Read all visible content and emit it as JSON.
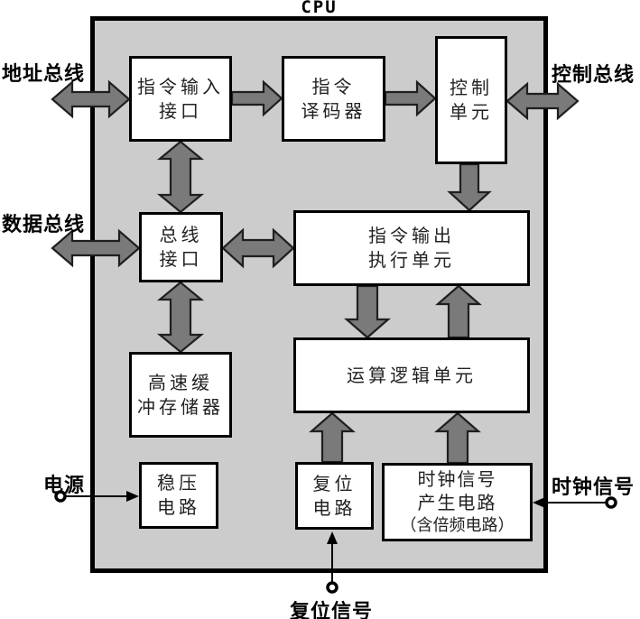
{
  "title": "CPU",
  "colors": {
    "cpu_background": "#cccccc",
    "arrow_fill": "#7a7a7a",
    "arrow_stroke": "#1f1f1f",
    "block_background": "#ffffff",
    "line_color": "#000000"
  },
  "blocks": {
    "instruction_input": {
      "lines": [
        "指令输入",
        "接口"
      ]
    },
    "instruction_decoder": {
      "lines": [
        "指令",
        "译码器"
      ]
    },
    "control_unit": {
      "lines": [
        "控制",
        "单元"
      ]
    },
    "bus_interface": {
      "lines": [
        "总线",
        "接口"
      ]
    },
    "instruction_output_exec": {
      "lines": [
        "指令输出",
        "执行单元"
      ]
    },
    "cache_memory": {
      "lines": [
        "高速缓",
        "冲存储器"
      ]
    },
    "alu": {
      "lines": [
        "运算逻辑单元"
      ]
    },
    "voltage_regulator": {
      "lines": [
        "稳压",
        "电路"
      ]
    },
    "reset_circuit": {
      "lines": [
        "复位",
        "电路"
      ]
    },
    "clock_generator": {
      "lines": [
        "时钟信号",
        "产生电路",
        "（含倍频电路）"
      ]
    }
  },
  "external_labels": {
    "address_bus": "地址总线",
    "data_bus": "数据总线",
    "control_bus": "控制总线",
    "power": "电源",
    "clock_signal": "时钟信号",
    "reset_signal": "复位信号"
  }
}
